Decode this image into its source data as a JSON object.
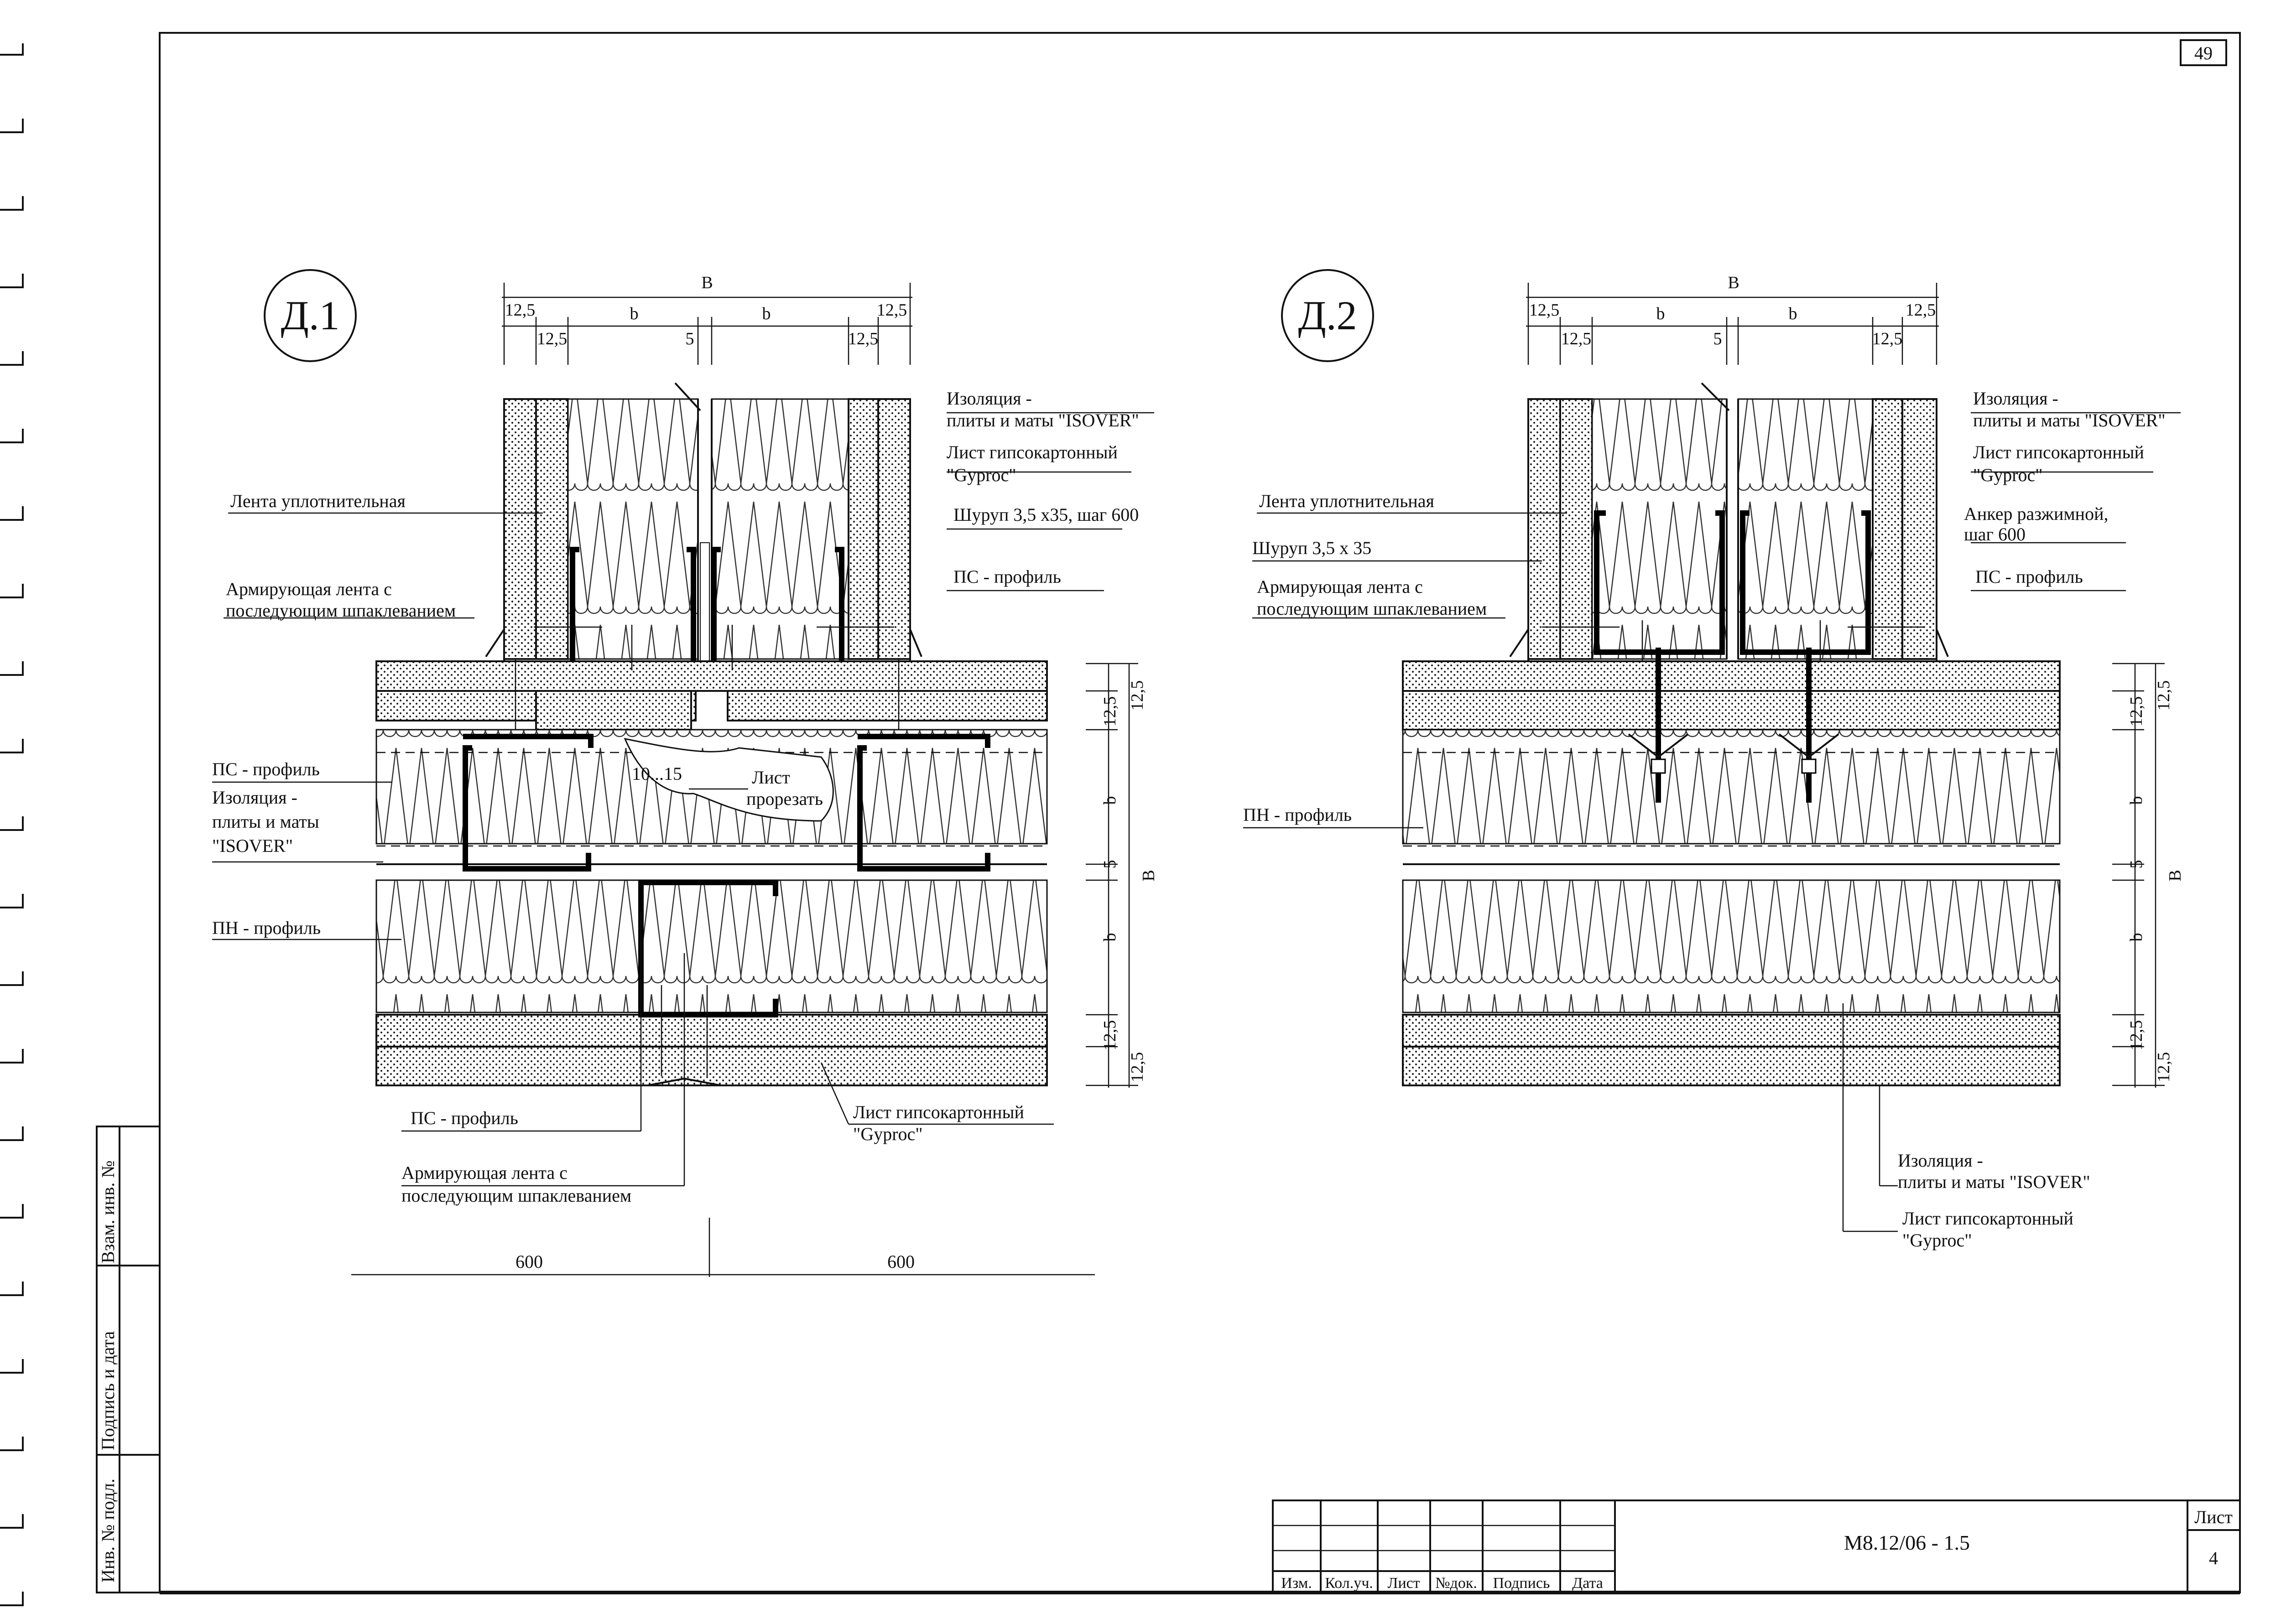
{
  "page_number": "49",
  "d1": {
    "title": "Д.1",
    "dim_total": "B",
    "dim_parts": [
      "12,5",
      "12,5",
      "b",
      "5",
      "b",
      "12,5",
      "12,5"
    ],
    "right_dims": [
      "12,5",
      "12,5",
      "b",
      "5",
      "b",
      "12,5",
      "12,5",
      "B"
    ],
    "bottom_dims": [
      "600",
      "600"
    ],
    "gap": "10...15",
    "cut_note_1": "Лист",
    "cut_note_2": "прорезать",
    "labels": {
      "isolation_1": "Изоляция -",
      "isolation_2": "плиты и маты \"ISOVER\"",
      "gypsum_1": "Лист гипсокартонный",
      "gypsum_2": "\"Gyproc\"",
      "screw": "Шуруп 3,5 х35, шаг 600",
      "ps_profile_right": "ПС - профиль",
      "seal_tape": "Лента уплотнительная",
      "reinf_tape_1": "Армирующая лента с",
      "reinf_tape_2": "последующим шпаклеванием",
      "ps_profile_left": "ПС - профиль",
      "iso_left_1": "Изоляция -",
      "iso_left_2": "плиты и маты",
      "iso_left_3": "\"ISOVER\"",
      "pn_profile": "ПН - профиль",
      "ps_profile_bottom": "ПС - профиль",
      "reinf_bottom_1": "Армирующая лента с",
      "reinf_bottom_2": "последующим шпаклеванием",
      "gypsum_bottom_1": "Лист гипсокартонный",
      "gypsum_bottom_2": "\"Gyproc\""
    }
  },
  "d2": {
    "title": "Д.2",
    "dim_total": "B",
    "dim_parts": [
      "12,5",
      "12,5",
      "b",
      "5",
      "b",
      "12,5",
      "12,5"
    ],
    "right_dims": [
      "12,5",
      "12,5",
      "b",
      "5",
      "b",
      "12,5",
      "12,5",
      "B"
    ],
    "labels": {
      "isolation_1": "Изоляция -",
      "isolation_2": "плиты и маты \"ISOVER\"",
      "gypsum_1": "Лист гипсокартонный",
      "gypsum_2": "\"Gyproc\"",
      "anchor_1": "Анкер разжимной,",
      "anchor_2": "шаг 600",
      "ps_profile": "ПС - профиль",
      "seal_tape": "Лента уплотнительная",
      "screw": "Шуруп 3,5 х 35",
      "reinf_tape_1": "Армирующая лента с",
      "reinf_tape_2": "последующим шпаклеванием",
      "pn_profile": "ПН - профиль",
      "iso_bottom_1": "Изоляция -",
      "iso_bottom_2": "плиты и маты \"ISOVER\"",
      "gypsum_bottom_1": "Лист гипсокартонный",
      "gypsum_bottom_2": "\"Gyproc\""
    }
  },
  "side_stamp": {
    "vz_inv": "Взам. инв. №",
    "sign_date": "Подпись и дата",
    "inv_podl": "Инв. № подл."
  },
  "title_block": {
    "headers": [
      "Изм.",
      "Кол.уч.",
      "Лист",
      "№док.",
      "Подпись",
      "Дата"
    ],
    "code": "М8.12/06 - 1.5",
    "sheet_label": "Лист",
    "sheet_number": "4"
  }
}
